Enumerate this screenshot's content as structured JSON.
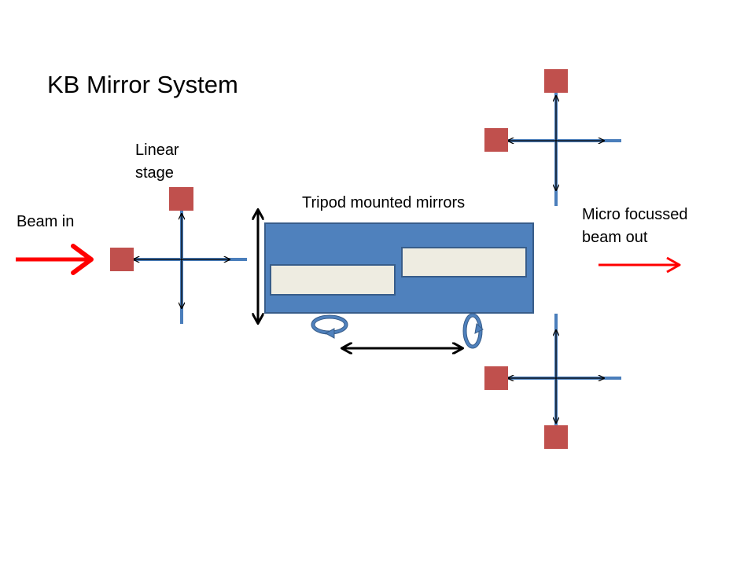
{
  "title": "KB Mirror System",
  "labels": {
    "linear_stage_line1": "Linear",
    "linear_stage_line2": "stage",
    "tripod": "Tripod mounted mirrors",
    "beam_in": "Beam in",
    "beam_out_line1": "Micro focussed",
    "beam_out_line2": "beam out"
  },
  "colors": {
    "stage_rail": "#4a7ebb",
    "stage_block": "#c0504d",
    "tripod_body": "#4f81bd",
    "tripod_border": "#385d8a",
    "mirror_fill": "#eeece1",
    "beam": "#ff0000",
    "motion_arrow": "#000000",
    "rotation_icon": "#4f81bd"
  },
  "icons": [
    "linear-stage-icon",
    "rotation-arrow-icon",
    "double-arrow-icon",
    "beam-arrow-icon"
  ]
}
